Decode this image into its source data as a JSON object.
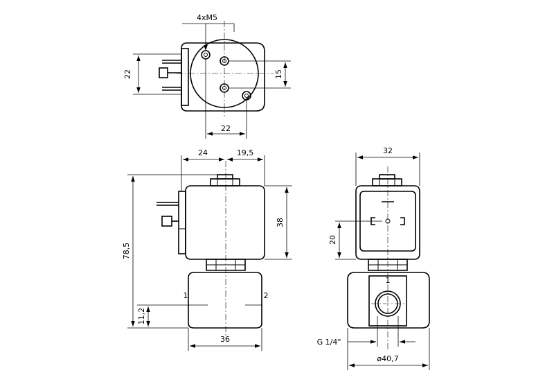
{
  "top_view": {
    "thread": "4xM5",
    "height": "22",
    "pitch": "15",
    "width": "22"
  },
  "front_view": {
    "width_left": "24",
    "width_right": "19,5",
    "coil_height": "38",
    "total_height": "78,5",
    "port_height": "11,2",
    "body_width": "36",
    "port_1": "1",
    "port_2": "2"
  },
  "side_view": {
    "width": "32",
    "connector_height": "20",
    "port_label": "1",
    "thread": "G 1/4\"",
    "diameter": "ø40,7"
  }
}
